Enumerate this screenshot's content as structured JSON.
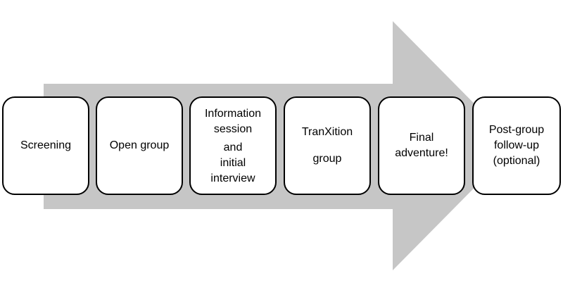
{
  "colors": {
    "arrow_fill": "#c6c6c6",
    "box_fill": "#ffffff",
    "box_border": "#000000",
    "text": "#000000"
  },
  "steps": [
    {
      "lines": [
        "Screening"
      ]
    },
    {
      "lines": [
        "Open group"
      ]
    },
    {
      "lines": [
        "Information",
        "session",
        "and",
        "initial",
        "interview"
      ]
    },
    {
      "lines": [
        "TranXition",
        "group"
      ]
    },
    {
      "lines": [
        "Final",
        "adventure!"
      ]
    },
    {
      "lines": [
        "Post-group",
        "follow-up",
        "(optional)"
      ]
    }
  ]
}
